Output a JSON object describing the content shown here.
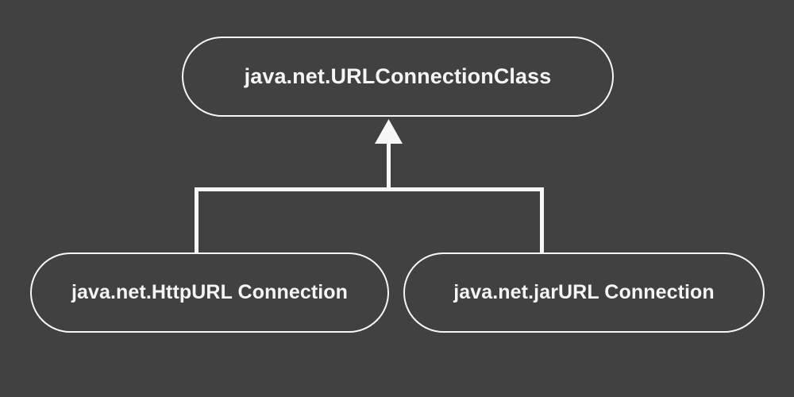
{
  "diagram": {
    "type": "class-inheritance-hierarchy",
    "background_color": "#414141",
    "stroke_color": "#f7f7f7",
    "text_color": "#f5f5f5",
    "nodes": [
      {
        "id": "urlconnection",
        "role": "superclass",
        "label": "java.net.URLConnectionClass",
        "shape": "rounded-pill"
      },
      {
        "id": "httpurlconnection",
        "role": "subclass",
        "label": "java.net.HttpURL Connection",
        "shape": "rounded-pill"
      },
      {
        "id": "jarurlconnection",
        "role": "subclass",
        "label": "java.net.jarURL Connection",
        "shape": "rounded-pill"
      }
    ],
    "edges": [
      {
        "id": "edge-http-extends-url",
        "from": "httpurlconnection",
        "to": "urlconnection",
        "arrow": "generalization-up"
      },
      {
        "id": "edge-jar-extends-url",
        "from": "jarurlconnection",
        "to": "urlconnection",
        "arrow": "generalization-up"
      }
    ]
  }
}
